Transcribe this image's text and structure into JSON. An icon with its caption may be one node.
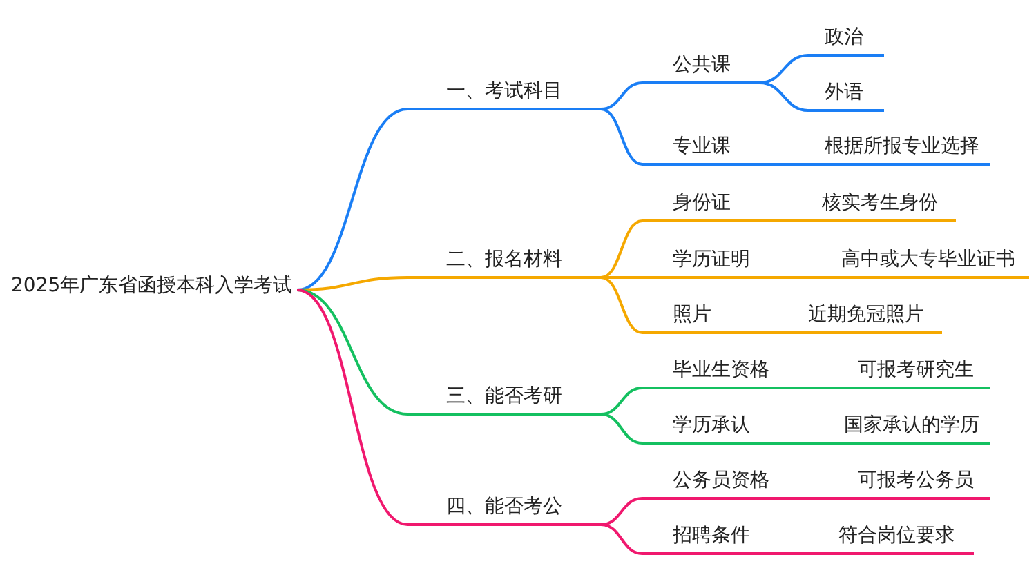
{
  "diagram": {
    "nodes": [
      {
        "text": [
          "2025年广东省函授本科入学考试"
        ]
      },
      {
        "text": [
          "一、考试科目"
        ]
      },
      {
        "text": [
          "公共课"
        ]
      },
      {
        "text": [
          "政治"
        ]
      },
      {
        "text": [
          "外语"
        ]
      },
      {
        "text": [
          "专业课"
        ]
      },
      {
        "text": [
          "根据所报专业选择"
        ]
      },
      {
        "text": [
          "二、报名材料"
        ]
      },
      {
        "text": [
          "身份证"
        ]
      },
      {
        "text": [
          "核实考生身份"
        ]
      },
      {
        "text": [
          "学历证明"
        ]
      },
      {
        "text": [
          "高中或大专毕业证书"
        ]
      },
      {
        "text": [
          "照片"
        ]
      },
      {
        "text": [
          "近期免冠照片"
        ]
      },
      {
        "text": [
          "三、能否考研"
        ]
      },
      {
        "text": [
          "毕业生资格"
        ]
      },
      {
        "text": [
          "可报考研究生"
        ]
      },
      {
        "text": [
          "学历承认"
        ]
      },
      {
        "text": [
          "国家承认的学历"
        ]
      },
      {
        "text": [
          "四、能否考公"
        ]
      },
      {
        "text": [
          "公务员资格"
        ]
      },
      {
        "text": [
          "可报考公务员"
        ]
      },
      {
        "text": [
          "招聘条件"
        ]
      },
      {
        "text": [
          "符合岗位要求"
        ]
      }
    ],
    "edges": [
      {
        "from": 0,
        "to": 1,
        "arrow": "none",
        "color": "#1a7ef5"
      },
      {
        "from": 1,
        "to": 2,
        "arrow": "none",
        "color": "#1a7ef5"
      },
      {
        "from": 2,
        "to": 3,
        "arrow": "none",
        "color": "#1a7ef5"
      },
      {
        "from": 2,
        "to": 4,
        "arrow": "none",
        "color": "#1a7ef5"
      },
      {
        "from": 1,
        "to": 5,
        "arrow": "none",
        "color": "#1a7ef5"
      },
      {
        "from": 5,
        "to": 6,
        "arrow": "none",
        "color": "#1a7ef5"
      },
      {
        "from": 0,
        "to": 7,
        "arrow": "none",
        "color": "#f5a800"
      },
      {
        "from": 7,
        "to": 8,
        "arrow": "none",
        "color": "#f5a800"
      },
      {
        "from": 8,
        "to": 9,
        "arrow": "none",
        "color": "#f5a800"
      },
      {
        "from": 7,
        "to": 10,
        "arrow": "none",
        "color": "#f5a800"
      },
      {
        "from": 10,
        "to": 11,
        "arrow": "none",
        "color": "#f5a800"
      },
      {
        "from": 7,
        "to": 12,
        "arrow": "none",
        "color": "#f5a800"
      },
      {
        "from": 12,
        "to": 13,
        "arrow": "none",
        "color": "#f5a800"
      },
      {
        "from": 0,
        "to": 14,
        "arrow": "none",
        "color": "#14c060"
      },
      {
        "from": 14,
        "to": 15,
        "arrow": "none",
        "color": "#14c060"
      },
      {
        "from": 15,
        "to": 16,
        "arrow": "none",
        "color": "#14c060"
      },
      {
        "from": 14,
        "to": 17,
        "arrow": "none",
        "color": "#14c060"
      },
      {
        "from": 17,
        "to": 18,
        "arrow": "none",
        "color": "#14c060"
      },
      {
        "from": 0,
        "to": 19,
        "arrow": "none",
        "color": "#f0186e"
      },
      {
        "from": 19,
        "to": 20,
        "arrow": "none",
        "color": "#f0186e"
      },
      {
        "from": 20,
        "to": 21,
        "arrow": "none",
        "color": "#f0186e"
      },
      {
        "from": 19,
        "to": 22,
        "arrow": "none",
        "color": "#f0186e"
      },
      {
        "from": 22,
        "to": 23,
        "arrow": "none",
        "color": "#f0186e"
      }
    ]
  }
}
